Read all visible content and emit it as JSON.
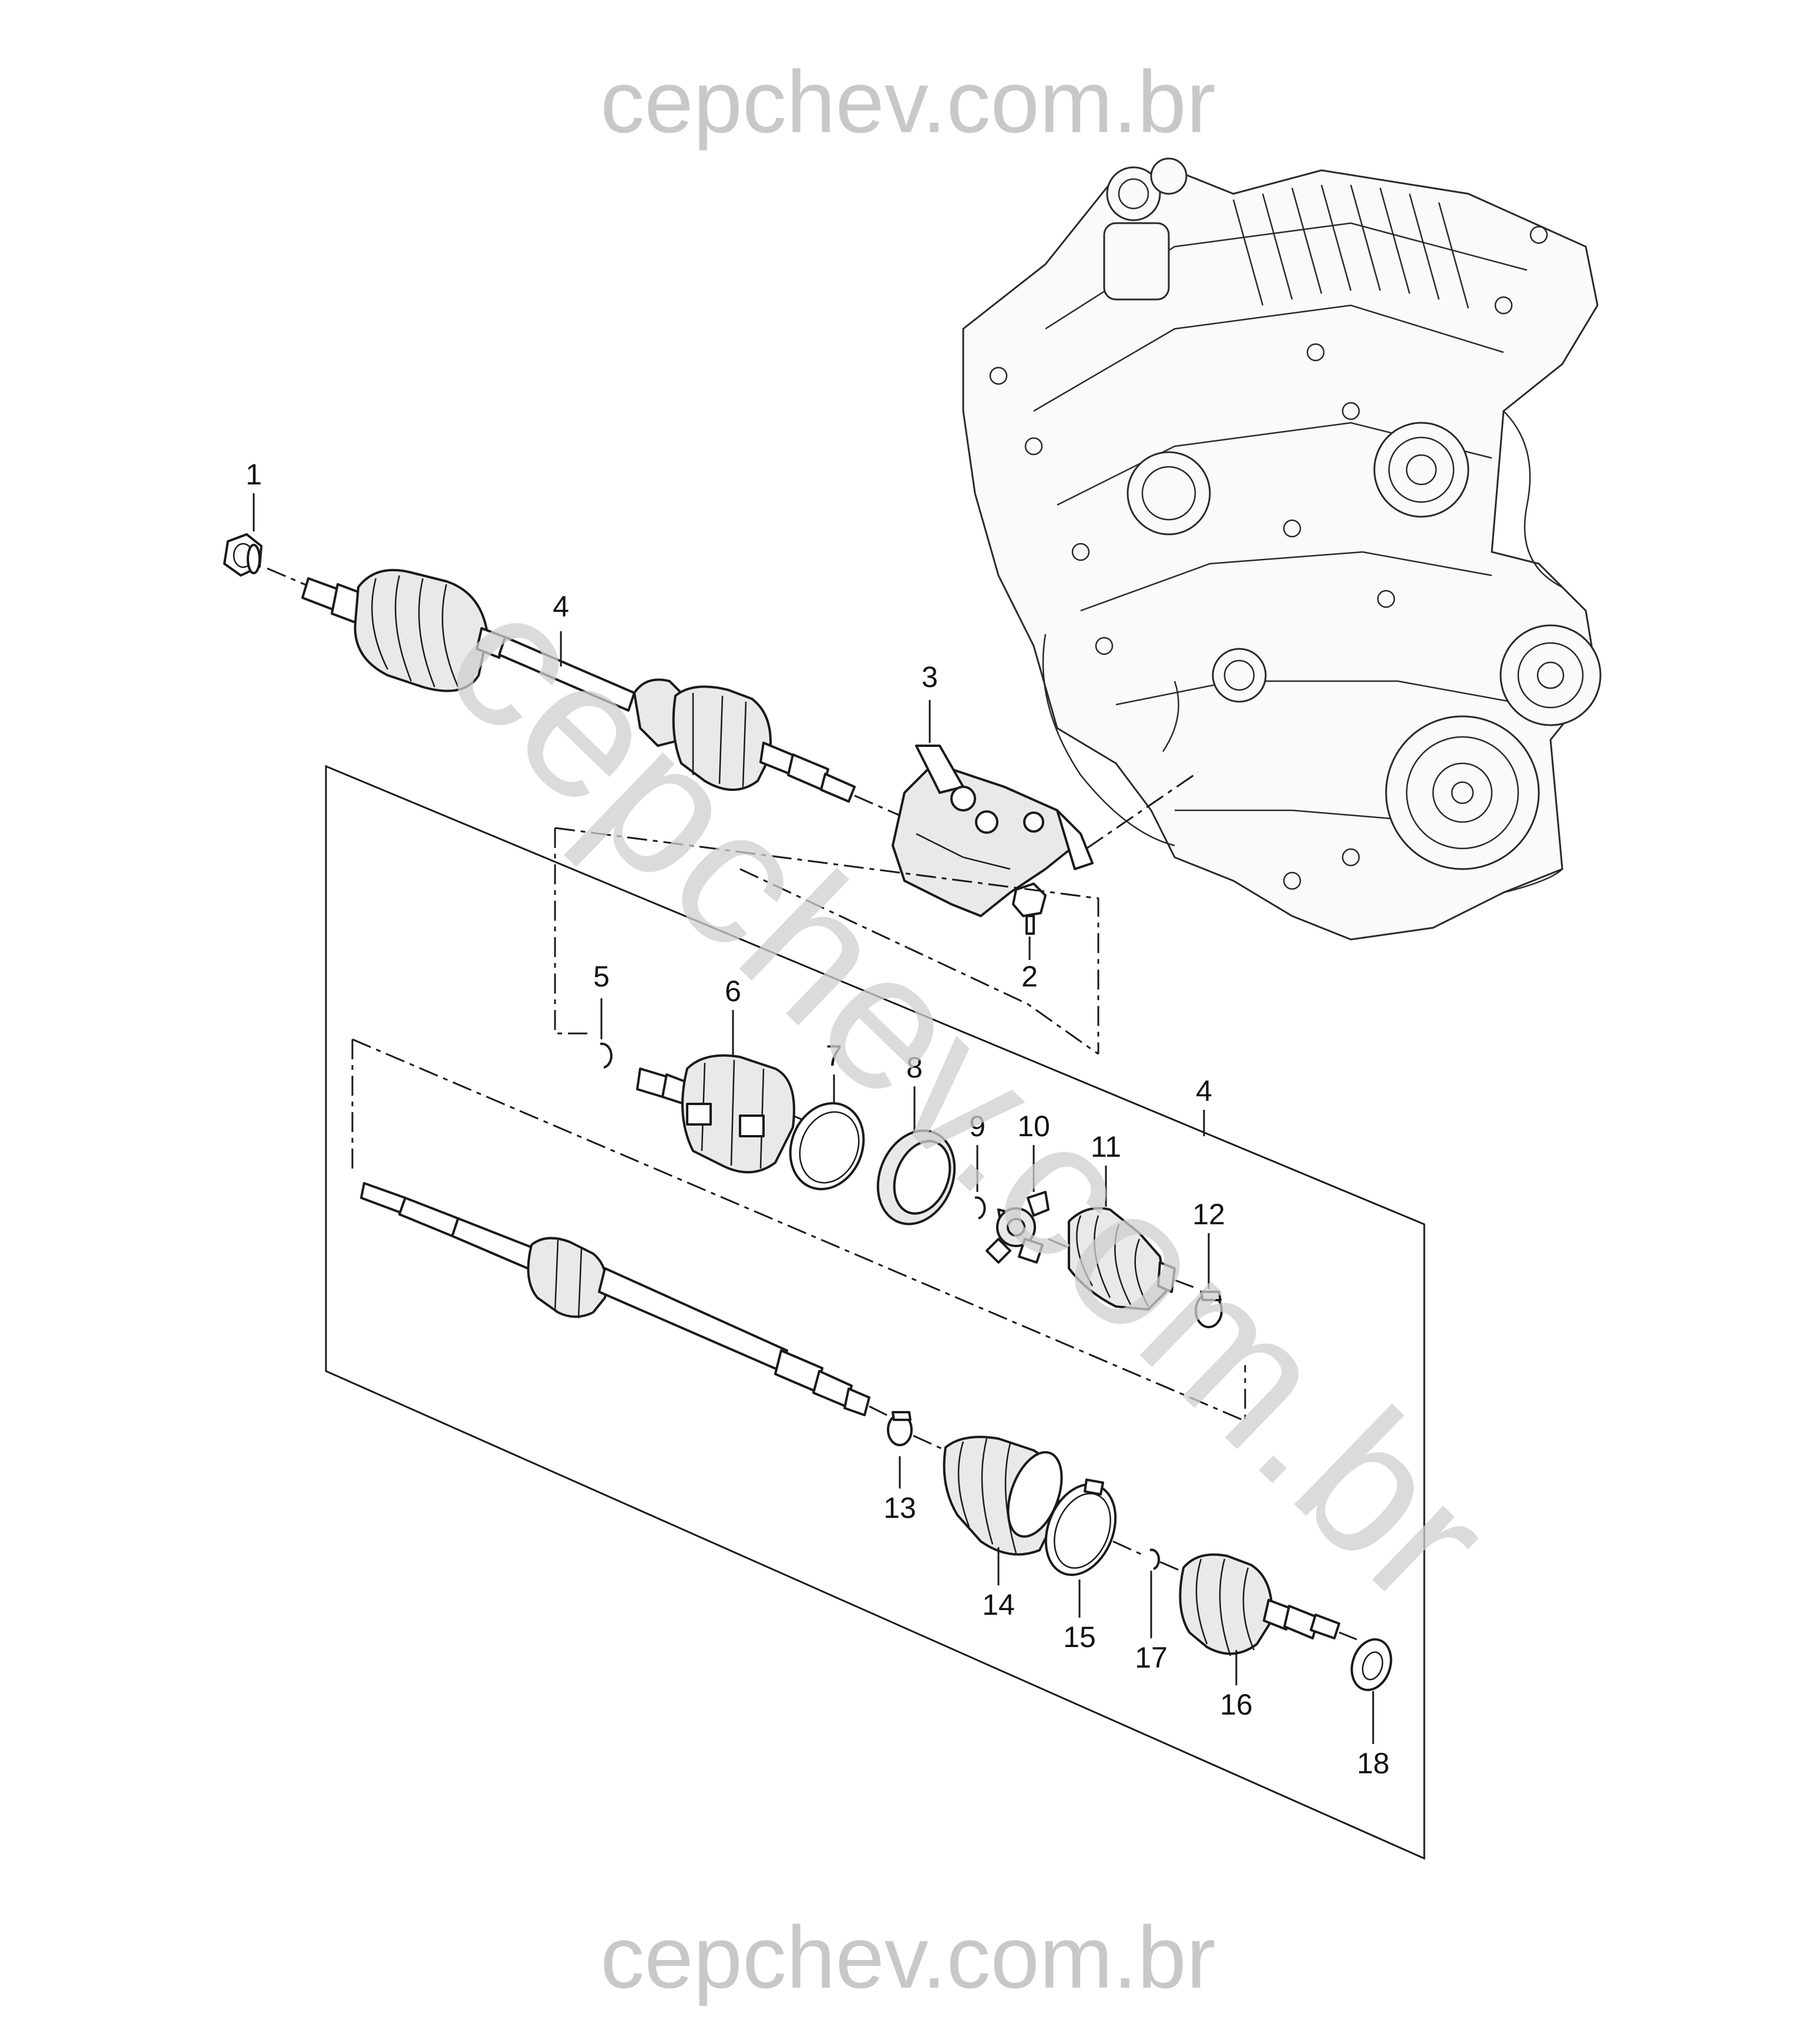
{
  "watermark": {
    "header": "cepchev.com.br",
    "footer": "cepchev.com.br",
    "diagonal": "cepchev.com.br"
  },
  "callouts": [
    {
      "id": "1",
      "label": "1"
    },
    {
      "id": "2",
      "label": "2"
    },
    {
      "id": "3",
      "label": "3"
    },
    {
      "id": "4a",
      "label": "4"
    },
    {
      "id": "4b",
      "label": "4"
    },
    {
      "id": "5",
      "label": "5"
    },
    {
      "id": "6",
      "label": "6"
    },
    {
      "id": "7",
      "label": "7"
    },
    {
      "id": "8",
      "label": "8"
    },
    {
      "id": "9",
      "label": "9"
    },
    {
      "id": "10",
      "label": "10"
    },
    {
      "id": "11",
      "label": "11"
    },
    {
      "id": "12",
      "label": "12"
    },
    {
      "id": "13",
      "label": "13"
    },
    {
      "id": "14",
      "label": "14"
    },
    {
      "id": "15",
      "label": "15"
    },
    {
      "id": "16",
      "label": "16"
    },
    {
      "id": "17",
      "label": "17"
    },
    {
      "id": "18",
      "label": "18"
    }
  ]
}
